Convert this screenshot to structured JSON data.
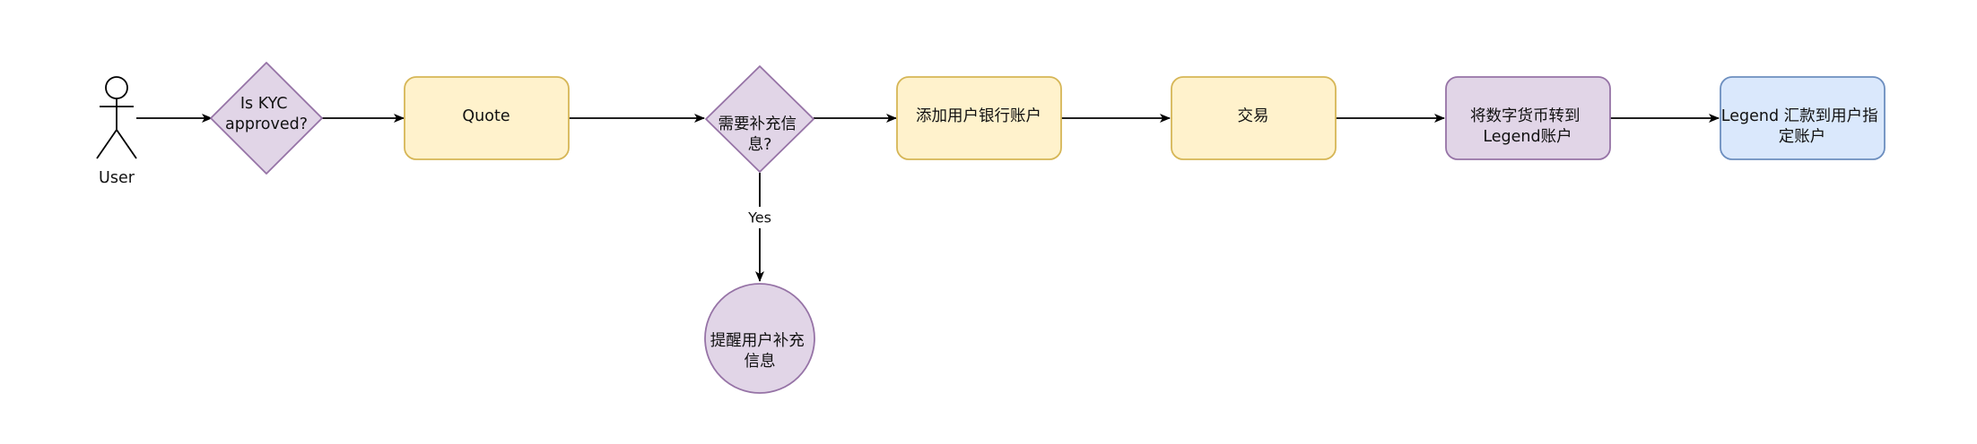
{
  "nodes": {
    "user": {
      "label": "User"
    },
    "kyc": {
      "line1": "Is KYC",
      "line2": "approved?",
      "fill": "#e1d5e7",
      "stroke": "#9673a6"
    },
    "quote": {
      "label": "Quote",
      "fill": "#fff2cc",
      "stroke": "#d6b656"
    },
    "need_info": {
      "line1": "需要补充信",
      "line2": "息?",
      "fill": "#e1d5e7",
      "stroke": "#9673a6"
    },
    "add_bank": {
      "label": "添加用户银行账户",
      "fill": "#fff2cc",
      "stroke": "#d6b656"
    },
    "trade": {
      "label": "交易",
      "fill": "#fff2cc",
      "stroke": "#d6b656"
    },
    "transfer_crypto": {
      "line1": "将数字货币转到",
      "line2": "Legend账户",
      "fill": "#e1d5e7",
      "stroke": "#9673a6"
    },
    "remit": {
      "line1": "Legend 汇款到用户指",
      "line2": "定账户",
      "fill": "#dae8fc",
      "stroke": "#6c8ebf"
    },
    "remind": {
      "line1": "提醒用户补充",
      "line2": "信息",
      "fill": "#e1d5e7",
      "stroke": "#9673a6"
    }
  },
  "edges": {
    "yes_label": "Yes"
  }
}
